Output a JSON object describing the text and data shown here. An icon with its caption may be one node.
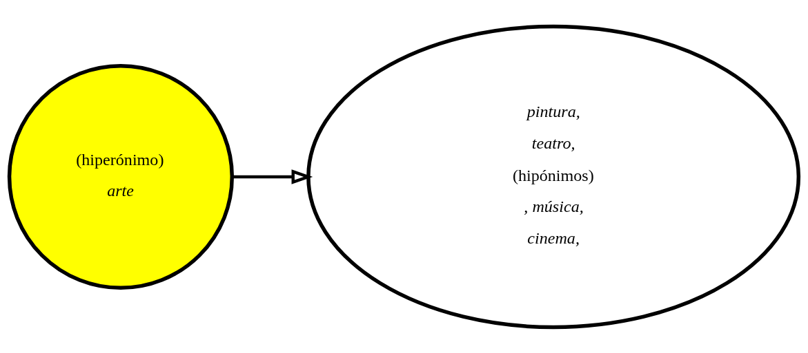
{
  "diagram": {
    "nodes": [
      {
        "text": [
          "(hiperónimo)",
          "arte"
        ]
      },
      {
        "text": [
          "pintura,",
          "teatro,",
          "(hipónimos)",
          ", música,",
          "cinema,"
        ]
      }
    ],
    "edges": [
      {
        "from": 0,
        "to": 1,
        "arrow": "to"
      }
    ]
  }
}
